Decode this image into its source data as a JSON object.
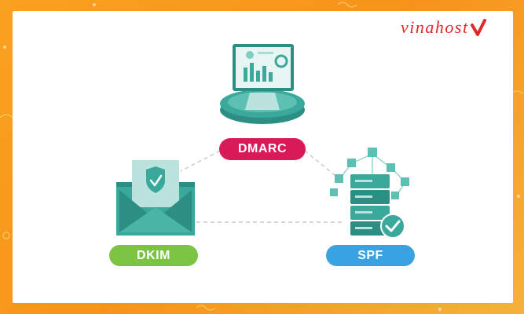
{
  "brand": {
    "logo_text": "vinahost",
    "logo_mark_icon": "check-v-icon",
    "logo_color": "#e02a2a"
  },
  "diagram": {
    "nodes": [
      {
        "id": "dmarc",
        "label": "DMARC",
        "color": "#d81b58",
        "icon": "monitor-dashboard-icon"
      },
      {
        "id": "dkim",
        "label": "DKIM",
        "color": "#7cc243",
        "icon": "envelope-shield-icon"
      },
      {
        "id": "spf",
        "label": "SPF",
        "color": "#39a3e1",
        "icon": "server-network-check-icon"
      }
    ],
    "connectors": [
      {
        "from": "dmarc",
        "to": "dkim",
        "style": "dashed"
      },
      {
        "from": "dmarc",
        "to": "spf",
        "style": "dashed"
      },
      {
        "from": "dkim",
        "to": "spf",
        "style": "dashed"
      }
    ]
  },
  "colors": {
    "frame": "#f7931a",
    "teal_dark": "#2d8f84",
    "teal": "#3aa89a",
    "teal_light": "#b9e3dc"
  }
}
